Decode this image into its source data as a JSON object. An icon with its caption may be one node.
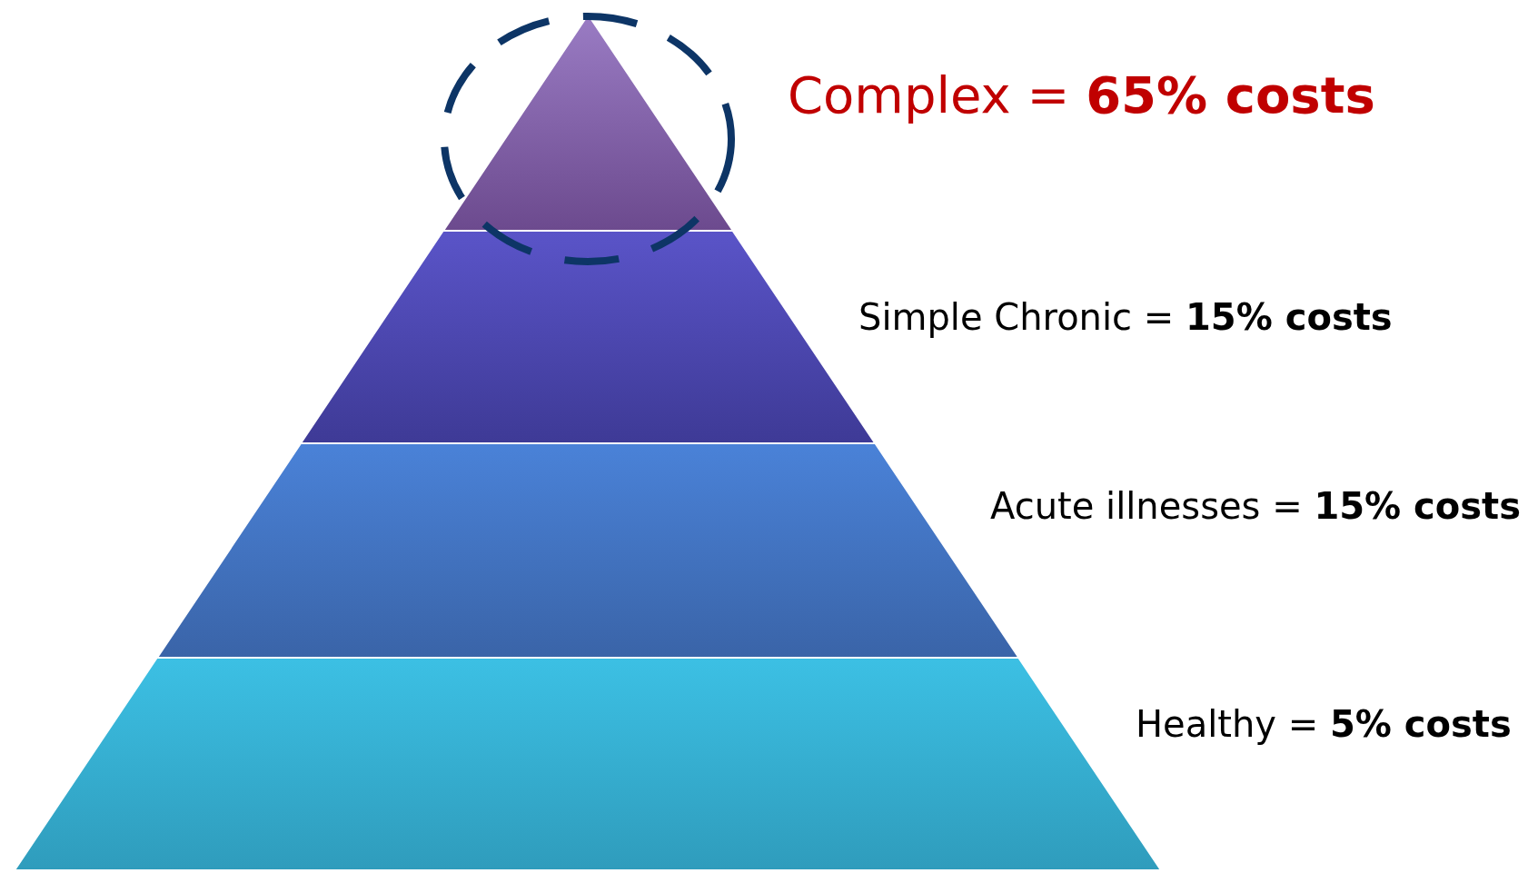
{
  "diagram": {
    "nodes": [
      {
        "text": [],
        "shape": "triangle",
        "beside": [
          "Complex  =  **65% costs**"
        ]
      },
      {
        "text": [],
        "shape": "trapezoid",
        "beside": [
          "Simple Chronic = **15% costs**"
        ]
      },
      {
        "text": [],
        "shape": "trapezoid",
        "beside": [
          "Acute illnesses = **15% costs**"
        ]
      },
      {
        "text": [],
        "shape": "trapezoid",
        "beside": [
          "Healthy = **5% costs**"
        ]
      }
    ]
  }
}
